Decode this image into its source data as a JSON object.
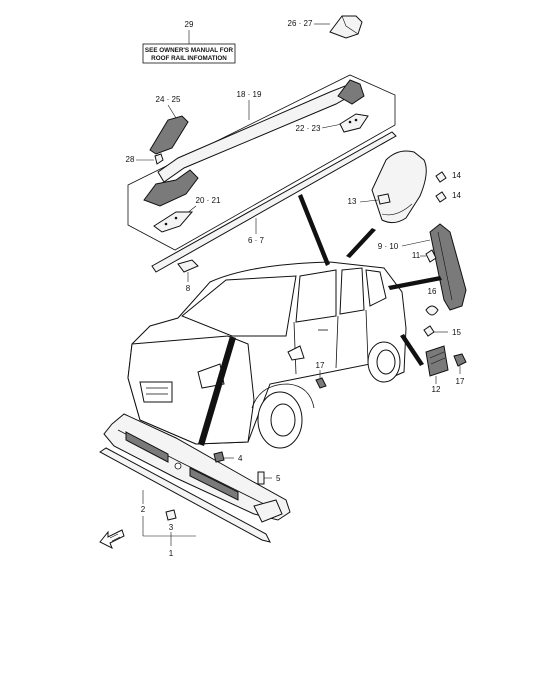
{
  "note": {
    "line1": "SEE OWNER'S MANUAL FOR",
    "line2": "ROOF RAIL INFOMATION"
  },
  "callouts": {
    "c29": "29",
    "c26_27": "26 · 27",
    "c24_25": "24 · 25",
    "c18_19": "18 · 19",
    "c22_23": "22 · 23",
    "c28": "28",
    "c20_21": "20 · 21",
    "c6_7": "6 · 7",
    "c8": "8",
    "c13": "13",
    "c14a": "14",
    "c14b": "14",
    "c9_10": "9 · 10",
    "c11": "11",
    "c16": "16",
    "c15": "15",
    "c17a": "17",
    "c17b": "17",
    "c12": "12",
    "c4": "4",
    "c5": "5",
    "c2": "2",
    "c3": "3",
    "c1": "1"
  },
  "icons": {
    "front_arrow": "front-direction-arrow-icon"
  }
}
